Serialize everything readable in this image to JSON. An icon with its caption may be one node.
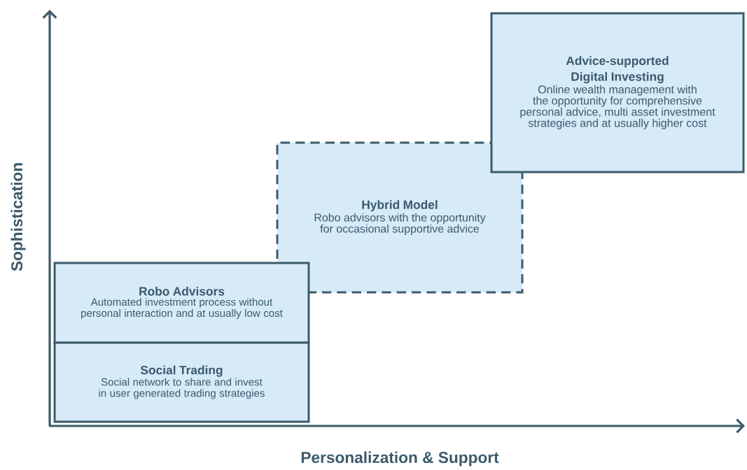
{
  "diagram": {
    "nodes": [
      {
        "text": [
          "Advice-supported Digital Investing",
          "Online wealth management with the opportunity for comprehensive personal advice, multi asset investment strategies and at usually higher cost"
        ]
      },
      {
        "text": [
          "Hybrid Model",
          "Robo advisors with the opportunity for occasional supportive advice"
        ]
      },
      {
        "text": [
          "Robo Advisors",
          "Automated investment process without personal interaction and at usually low cost"
        ]
      },
      {
        "text": [
          "Social Trading",
          "Social network to share and invest in user generated trading strategies"
        ]
      }
    ],
    "labels": [
      "Sophistication",
      "Personalization & Support"
    ]
  }
}
